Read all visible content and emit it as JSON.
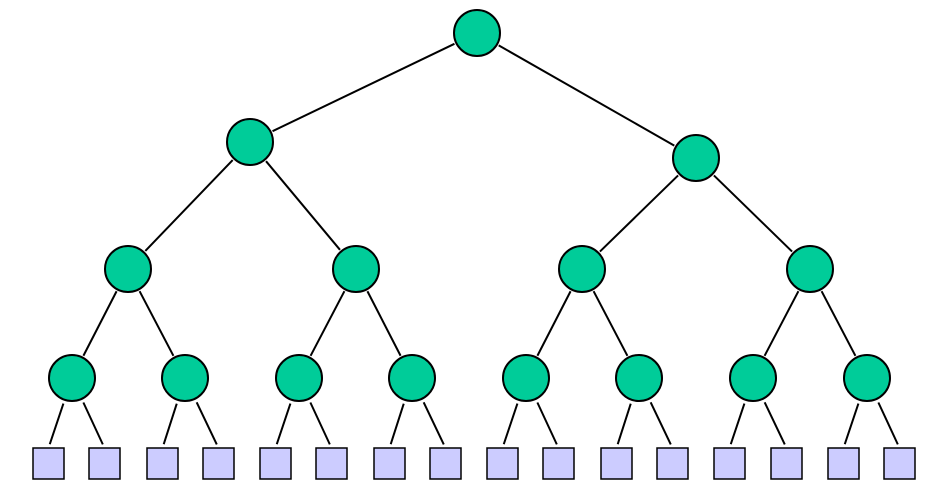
{
  "diagram": {
    "type": "complete binary tree",
    "internal_node_levels": 4,
    "internal_node_count": 15,
    "leaf_count": 16,
    "node_shape": "circle",
    "leaf_shape": "square",
    "node_fill": "#00CC99",
    "leaf_fill": "#CCCCFF",
    "edge_color": "#000000"
  }
}
